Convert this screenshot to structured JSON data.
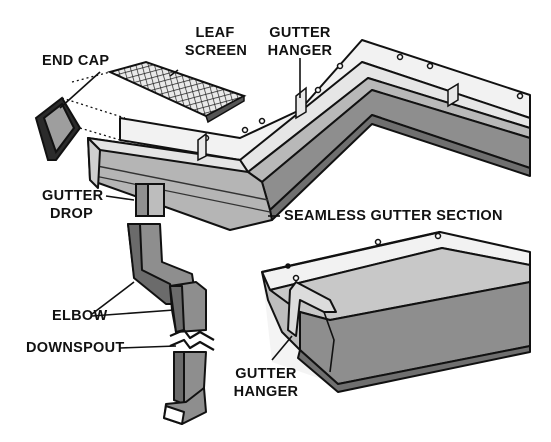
{
  "labels": {
    "end_cap": "END CAP",
    "leaf_screen_1": "LEAF",
    "leaf_screen_2": "SCREEN",
    "gutter_hanger_top_1": "GUTTER",
    "gutter_hanger_top_2": "HANGER",
    "gutter_drop_1": "GUTTER",
    "gutter_drop_2": "DROP",
    "seamless_gutter_section": "SEAMLESS GUTTER SECTION",
    "elbow": "ELBOW",
    "downspout": "DOWNSPOUT",
    "gutter_hanger_bottom_1": "GUTTER",
    "gutter_hanger_bottom_2": "HANGER"
  },
  "colors": {
    "line": "#111111",
    "light_fill": "#f2f2f2",
    "mid_fill": "#cfcfcf",
    "dark_fill": "#9c9c9c",
    "shadow": "#6f6f6f"
  }
}
